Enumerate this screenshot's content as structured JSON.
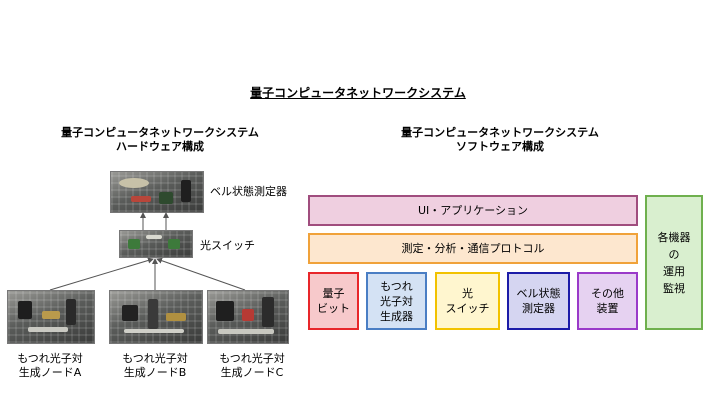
{
  "title": "量子コンピュータネットワークシステム",
  "hardware": {
    "title_line1": "量子コンピュータネットワークシステム",
    "title_line2": "ハードウェア構成",
    "bell_label": "ベル状態測定器",
    "switch_label": "光スイッチ",
    "nodes": [
      {
        "line1": "もつれ光子対",
        "line2": "生成ノードA"
      },
      {
        "line1": "もつれ光子対",
        "line2": "生成ノードB"
      },
      {
        "line1": "もつれ光子対",
        "line2": "生成ノードC"
      }
    ]
  },
  "software": {
    "title_line1": "量子コンピュータネットワークシステム",
    "title_line2": "ソフトウェア構成",
    "ui_app": "UI・アプリケーション",
    "protocol": "測定・分析・通信プロトコル",
    "modules": [
      {
        "line1": "量子",
        "line2": "ビット",
        "color": "#e8262a",
        "fill": "#f7c9cb"
      },
      {
        "line1": "もつれ",
        "line2": "光子対",
        "line3": "生成器",
        "color": "#4a7ec4",
        "fill": "#d4e2f4"
      },
      {
        "line1": "光",
        "line2": "スイッチ",
        "color": "#f2c200",
        "fill": "#fff6cf"
      },
      {
        "line1": "ベル状態",
        "line2": "測定器",
        "color": "#1c1ca8",
        "fill": "#d5d5f1"
      },
      {
        "line1": "その他",
        "line2": "装置",
        "color": "#9a3ac9",
        "fill": "#e6d2f1"
      }
    ],
    "monitor": {
      "line1": "各機器",
      "line2": "の",
      "line3": "運用",
      "line4": "監視"
    },
    "colors": {
      "ui_border": "#a04d7e",
      "ui_fill": "#efcfe0",
      "protocol_border": "#f0a23a",
      "protocol_fill": "#fde7cf",
      "monitor_border": "#6fb04e",
      "monitor_fill": "#d9efcf"
    }
  }
}
